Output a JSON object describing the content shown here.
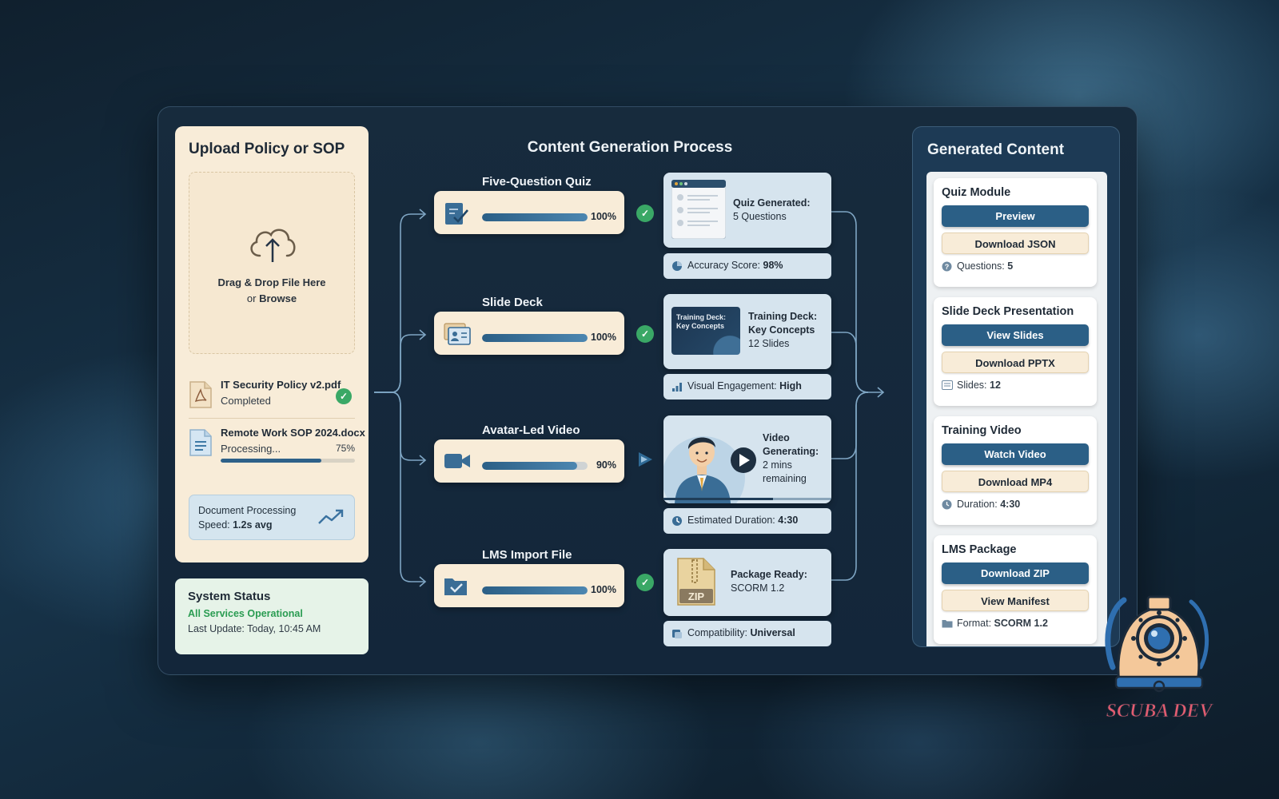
{
  "upload": {
    "title": "Upload Policy or SOP",
    "drop_line1": "Drag & Drop File Here",
    "drop_or": "or",
    "drop_browse": "Browse",
    "files": [
      {
        "name": "IT Security Policy v2.pdf",
        "status": "Completed"
      },
      {
        "name": "Remote Work SOP 2024.docx",
        "status": "Processing...",
        "percent": "75%",
        "progress": 0.75
      }
    ],
    "speed_label": "Document Processing",
    "speed_prefix": "Speed:",
    "speed_value": "1.2s avg"
  },
  "system": {
    "title": "System Status",
    "status": "All Services Operational",
    "last_update": "Last Update: Today, 10:45 AM"
  },
  "process": {
    "title": "Content Generation Process",
    "tasks": [
      {
        "title": "Five-Question Quiz",
        "percent": "100%",
        "progress": 1.0,
        "state": "complete"
      },
      {
        "title": "Slide Deck",
        "percent": "100%",
        "progress": 1.0,
        "state": "complete"
      },
      {
        "title": "Avatar-Led Video",
        "percent": "90%",
        "progress": 0.9,
        "state": "in-progress"
      },
      {
        "title": "LMS Import File",
        "percent": "100%",
        "progress": 1.0,
        "state": "complete"
      }
    ],
    "results": {
      "quiz": {
        "line1": "Quiz Generated:",
        "line2": "5 Questions"
      },
      "slides": {
        "thumb_line1": "Training Deck:",
        "thumb_line2": "Key Concepts",
        "line1": "Training Deck:",
        "line2": "Key Concepts",
        "line3": "12 Slides"
      },
      "video": {
        "line1": "Video",
        "line2": "Generating:",
        "line3": "2 mins",
        "line4": "remaining"
      },
      "lms": {
        "badge": "ZIP",
        "line1": "Package Ready:",
        "line2": "SCORM 1.2"
      }
    },
    "metrics": [
      {
        "label": "Accuracy Score:",
        "value": "98%"
      },
      {
        "label": "Visual Engagement:",
        "value": "High"
      },
      {
        "label": "Estimated Duration:",
        "value": "4:30"
      },
      {
        "label": "Compatibility:",
        "value": "Universal"
      }
    ]
  },
  "generated": {
    "title": "Generated Content",
    "cards": [
      {
        "title": "Quiz Module",
        "primary": "Preview",
        "secondary": "Download JSON",
        "meta_label": "Questions:",
        "meta_value": "5"
      },
      {
        "title": "Slide Deck Presentation",
        "primary": "View Slides",
        "secondary": "Download PPTX",
        "meta_label": "Slides:",
        "meta_value": "12"
      },
      {
        "title": "Training Video",
        "primary": "Watch Video",
        "secondary": "Download MP4",
        "meta_label": "Duration:",
        "meta_value": "4:30"
      },
      {
        "title": "LMS Package",
        "primary": "Download ZIP",
        "secondary": "View Manifest",
        "meta_label": "Format:",
        "meta_value": "SCORM 1.2"
      }
    ]
  },
  "logo": {
    "text": "SCUBA DEV"
  },
  "colors": {
    "accent": "#2b5f86",
    "success": "#3aa866",
    "panel_cream": "#f8ecd8",
    "panel_blue": "#d6e4ee"
  }
}
